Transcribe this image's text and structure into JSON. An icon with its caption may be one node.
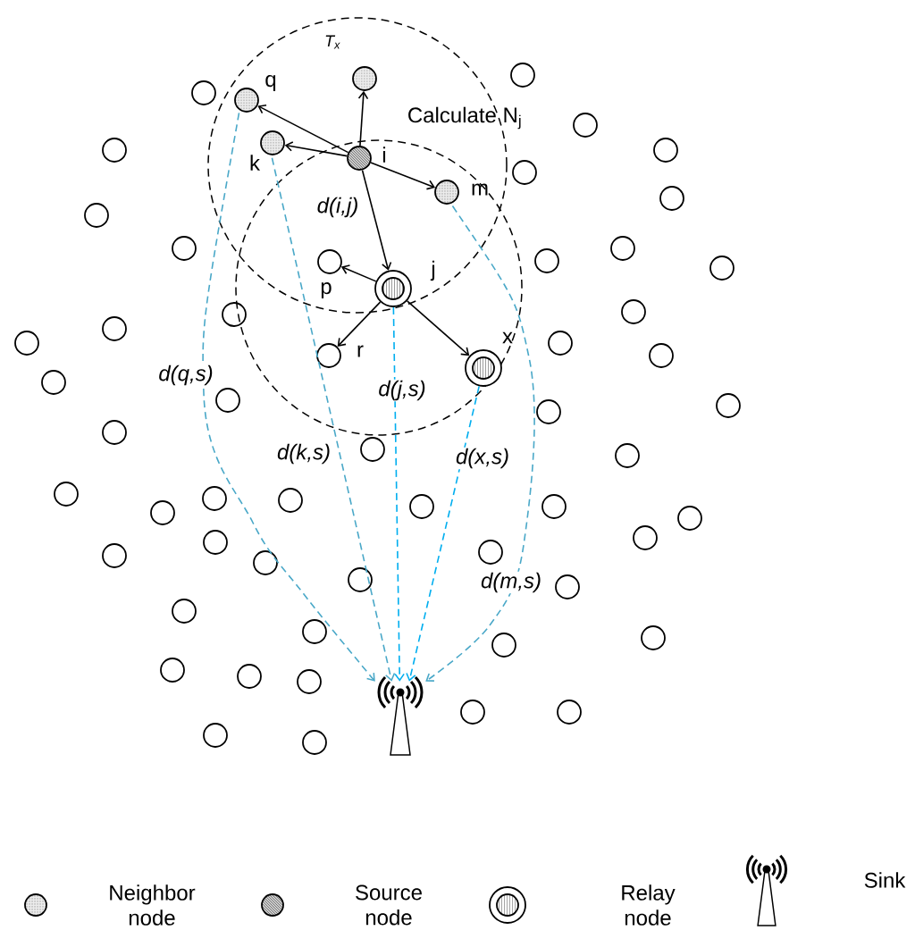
{
  "diagram": {
    "nodes": [
      {
        "text": [],
        "shape": "hatched-circle",
        "beside": [
          "i"
        ]
      },
      {
        "text": [],
        "shape": "dotted-circle"
      },
      {
        "text": [],
        "shape": "dotted-circle",
        "beside": [
          "q"
        ]
      },
      {
        "text": [],
        "shape": "dotted-circle",
        "beside": [
          "k"
        ]
      },
      {
        "text": [],
        "shape": "dotted-circle",
        "beside": [
          "m"
        ]
      },
      {
        "text": [],
        "shape": "double-circle",
        "beside": [
          "j"
        ]
      },
      {
        "text": [],
        "shape": "circle",
        "beside": [
          "p"
        ]
      },
      {
        "text": [],
        "shape": "circle",
        "beside": [
          "r"
        ]
      },
      {
        "text": [],
        "shape": "double-circle",
        "beside": [
          "x"
        ]
      },
      {
        "text": [],
        "shape": "antenna"
      },
      {
        "text": [],
        "shape": "circle"
      },
      {
        "text": [],
        "shape": "circle"
      },
      {
        "text": [],
        "shape": "circle"
      },
      {
        "text": [],
        "shape": "circle"
      },
      {
        "text": [],
        "shape": "circle"
      },
      {
        "text": [],
        "shape": "circle"
      },
      {
        "text": [],
        "shape": "circle"
      },
      {
        "text": [],
        "shape": "circle"
      },
      {
        "text": [],
        "shape": "circle"
      },
      {
        "text": [],
        "shape": "circle"
      },
      {
        "text": [],
        "shape": "circle"
      },
      {
        "text": [],
        "shape": "circle"
      },
      {
        "text": [],
        "shape": "circle"
      },
      {
        "text": [],
        "shape": "circle"
      },
      {
        "text": [],
        "shape": "circle"
      },
      {
        "text": [],
        "shape": "circle"
      },
      {
        "text": [],
        "shape": "circle"
      },
      {
        "text": [],
        "shape": "circle"
      },
      {
        "text": [],
        "shape": "circle"
      },
      {
        "text": [],
        "shape": "circle"
      },
      {
        "text": [],
        "shape": "circle"
      },
      {
        "text": [],
        "shape": "circle"
      },
      {
        "text": [],
        "shape": "circle"
      },
      {
        "text": [],
        "shape": "circle"
      },
      {
        "text": [],
        "shape": "circle"
      },
      {
        "text": [],
        "shape": "circle"
      },
      {
        "text": [],
        "shape": "circle"
      },
      {
        "text": [],
        "shape": "circle"
      },
      {
        "text": [],
        "shape": "circle"
      },
      {
        "text": [],
        "shape": "circle"
      },
      {
        "text": [],
        "shape": "circle"
      },
      {
        "text": [],
        "shape": "circle"
      },
      {
        "text": [],
        "shape": "circle"
      },
      {
        "text": [],
        "shape": "circle"
      },
      {
        "text": [],
        "shape": "circle"
      },
      {
        "text": [],
        "shape": "circle"
      },
      {
        "text": [],
        "shape": "circle"
      },
      {
        "text": [],
        "shape": "circle"
      },
      {
        "text": [],
        "shape": "circle"
      },
      {
        "text": [],
        "shape": "circle"
      },
      {
        "text": [],
        "shape": "circle"
      },
      {
        "text": [],
        "shape": "circle"
      },
      {
        "text": [],
        "shape": "circle"
      },
      {
        "text": [],
        "shape": "circle"
      },
      {
        "text": [],
        "shape": "circle"
      },
      {
        "text": [],
        "shape": "circle"
      },
      {
        "text": [],
        "shape": "circle"
      },
      {
        "text": [],
        "shape": "circle"
      },
      {
        "text": [],
        "shape": "circle"
      },
      {
        "text": [],
        "shape": "circle"
      }
    ],
    "edges": [
      {
        "from": 0,
        "to": 1,
        "arrow": "to"
      },
      {
        "from": 0,
        "to": 2,
        "arrow": "to"
      },
      {
        "from": 0,
        "to": 3,
        "arrow": "to"
      },
      {
        "from": 0,
        "to": 4,
        "arrow": "to"
      },
      {
        "from": 0,
        "to": 5,
        "arrow": "to",
        "label": "d(i,j)"
      },
      {
        "from": 5,
        "to": 6,
        "arrow": "to"
      },
      {
        "from": 5,
        "to": 7,
        "arrow": "to"
      },
      {
        "from": 5,
        "to": 8,
        "arrow": "to"
      },
      {
        "from": 2,
        "to": 9,
        "arrow": "to",
        "label": "d(q,s)",
        "style": "dashed",
        "color": "#4aa8c8"
      },
      {
        "from": 3,
        "to": 9,
        "arrow": "to",
        "label": "d(k,s)",
        "style": "dashed",
        "color": "#4aa8c8"
      },
      {
        "from": 5,
        "to": 9,
        "arrow": "to",
        "label": "d(j,s)",
        "style": "dashed",
        "color": "#00aeef"
      },
      {
        "from": 8,
        "to": 9,
        "arrow": "to",
        "label": "d(x,s)",
        "style": "dashed",
        "color": "#00aeef"
      },
      {
        "from": 4,
        "to": 9,
        "arrow": "to",
        "label": "d(m,s)",
        "style": "dashed",
        "color": "#4aa8c8"
      }
    ],
    "labels": [
      "T$_{x}$",
      "Calculate N$_{j}$"
    ],
    "legend": [
      {
        "text": "Neighbor node"
      },
      {
        "text": "Source node"
      },
      {
        "text": "Relay node"
      },
      {
        "text": "Sink"
      }
    ]
  }
}
